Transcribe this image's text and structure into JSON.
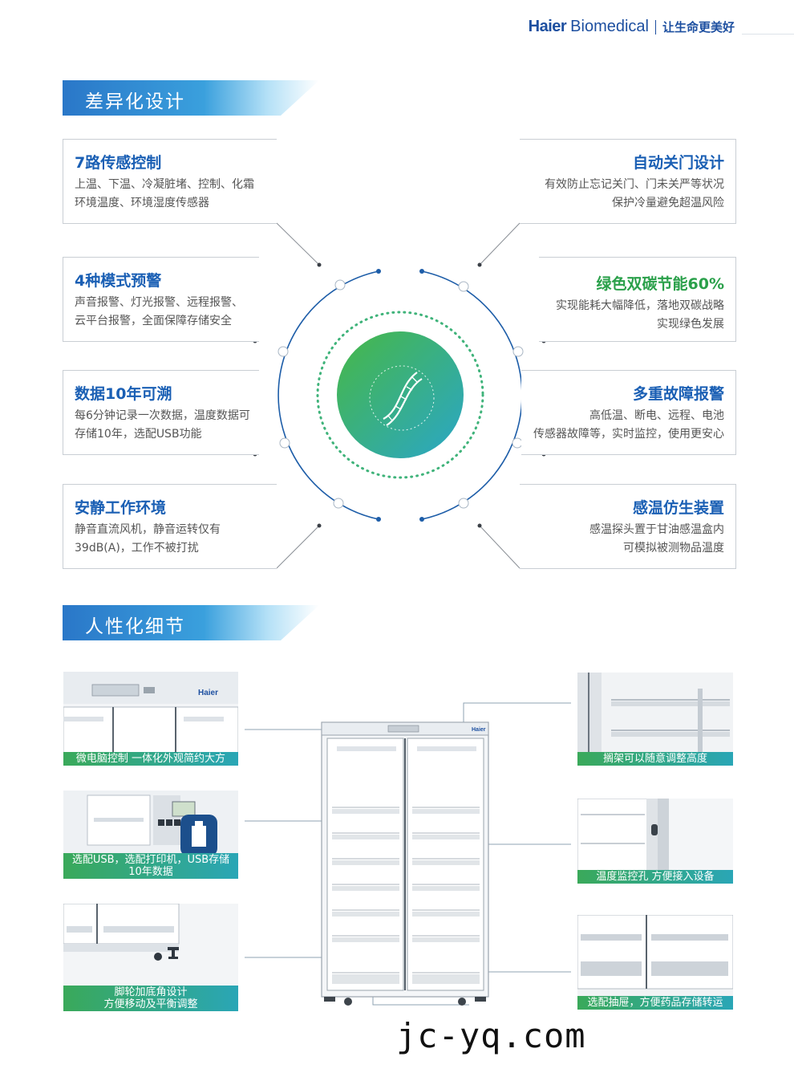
{
  "header": {
    "brand_name": "Haier",
    "brand_sub": "Biomedical",
    "slogan": "让生命更美好"
  },
  "section1": {
    "title": "差异化设计"
  },
  "features_left": [
    {
      "title": "7路传感控制",
      "desc1": "上温、下温、冷凝脏堵、控制、化霜",
      "desc2": "环境温度、环境湿度传感器"
    },
    {
      "title": "4种模式预警",
      "desc1": "声音报警、灯光报警、远程报警、",
      "desc2": "云平台报警，全面保障存储安全"
    },
    {
      "title": "数据10年可溯",
      "desc1": "每6分钟记录一次数据，温度数据可",
      "desc2": "存储10年，选配USB功能"
    },
    {
      "title": "安静工作环境",
      "desc1": "静音直流风机，静音运转仅有",
      "desc2": "39dB(A)，工作不被打扰"
    }
  ],
  "features_right": [
    {
      "title": "自动关门设计",
      "desc1": "有效防止忘记关门、门未关严等状况",
      "desc2": "保护冷量避免超温风险"
    },
    {
      "title": "绿色双碳节能60%",
      "desc1": "实现能耗大幅降低，落地双碳战略",
      "desc2": "实现绿色发展"
    },
    {
      "title": "多重故障报警",
      "desc1": "高低温、断电、远程、电池",
      "desc2": "传感器故障等，实时监控，使用更安心"
    },
    {
      "title": "感温仿生装置",
      "desc1": "感温探头置于甘油感温盒内",
      "desc2": "可模拟被测物品温度"
    }
  ],
  "center_icon": "dna-icon",
  "section2": {
    "title": "人性化细节"
  },
  "details_left": [
    {
      "caption": "微电脑控制 一体化外观简约大方"
    },
    {
      "caption1": "选配USB，选配打印机，USB存储",
      "caption2": "10年数据"
    },
    {
      "caption1": "脚轮加底角设计",
      "caption2": "方便移动及平衡调整"
    }
  ],
  "details_right": [
    {
      "caption": "搁架可以随意调整高度"
    },
    {
      "caption": "温度监控孔 方便接入设备"
    },
    {
      "caption": "选配抽屉，方便药品存储转运"
    }
  ],
  "fridge_logo": "Haier",
  "panel_logo": "Haier",
  "watermark": "jc-yq.com",
  "colors": {
    "blue": "#1a5fb4",
    "green": "#2aa04a",
    "teal": "#2aa6b6"
  }
}
